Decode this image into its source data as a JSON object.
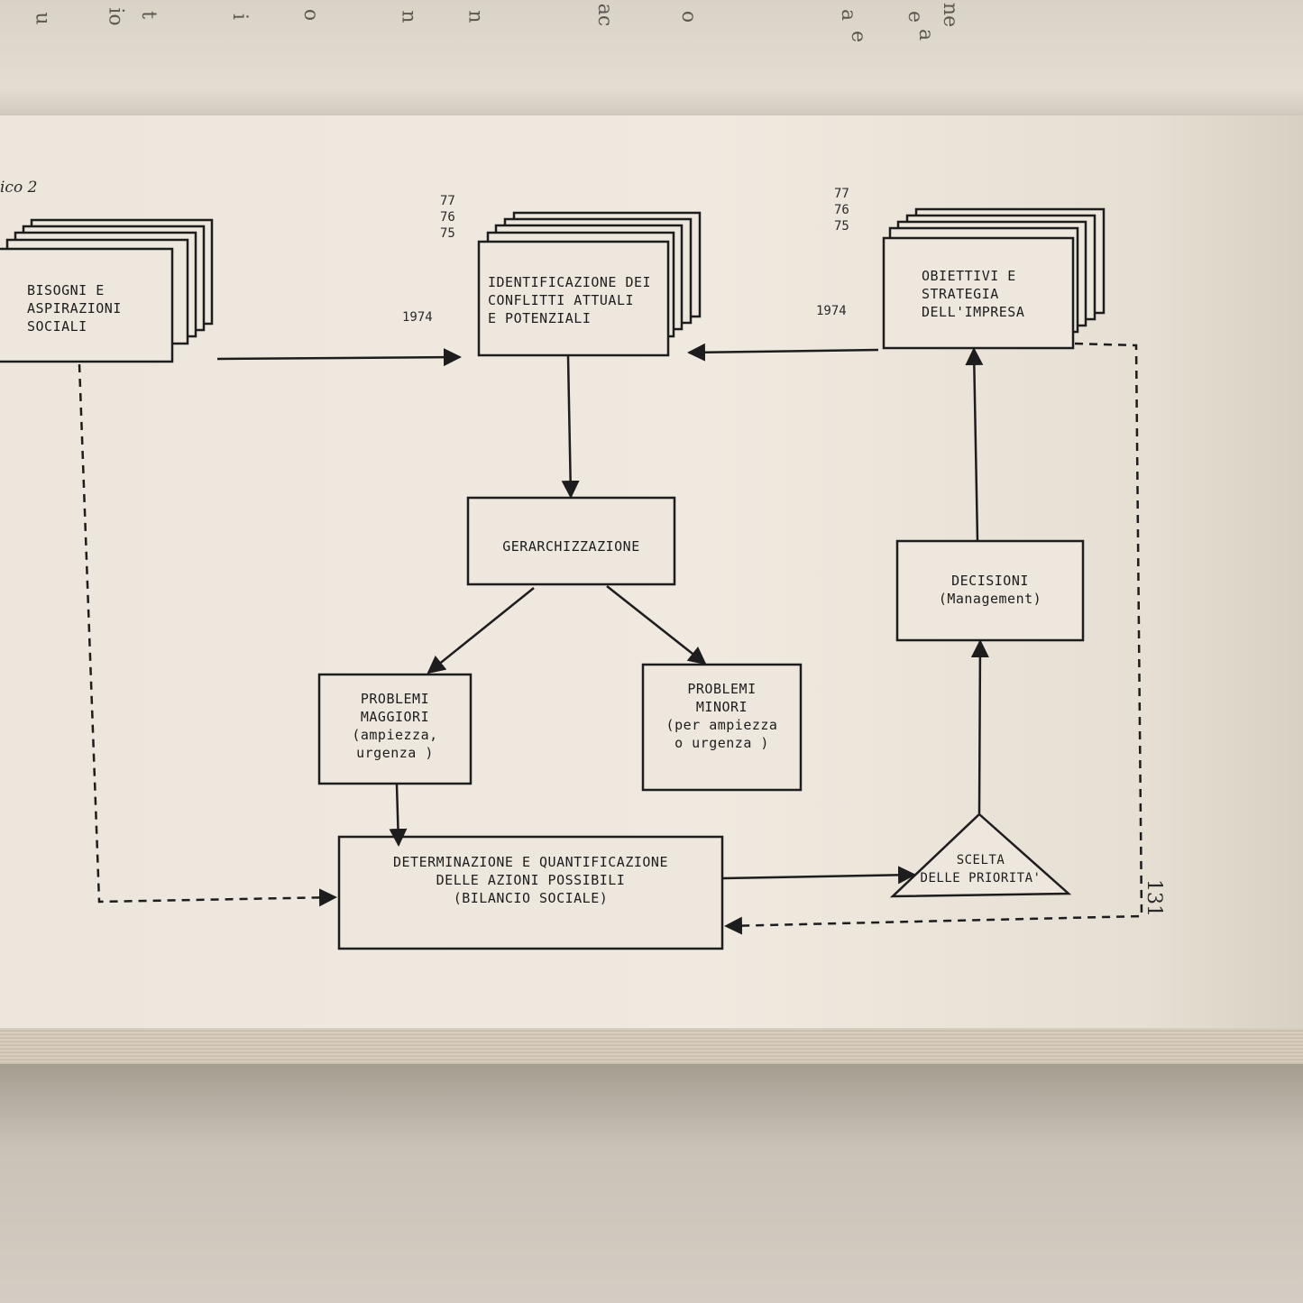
{
  "figure": {
    "label": "ico 2",
    "page_number": "131"
  },
  "top_page_scraps": [
    "u",
    "io",
    "t",
    "i",
    "o",
    "n",
    "n",
    "ac",
    "o",
    "a",
    "e",
    "e",
    "a",
    "ne"
  ],
  "nodes": {
    "bisogni": "BISOGNI  E\nASPIRAZIONI\nSOCIALI",
    "identificazione": "IDENTIFICAZIONE DEI\nCONFLITTI  ATTUALI\nE POTENZIALI",
    "obiettivi": "OBIETTIVI E\nSTRATEGIA\nDELL'IMPRESA",
    "gerarchizzazione": "GERARCHIZZAZIONE",
    "decisioni": "DECISIONI\n(Management)",
    "problemi_maggiori": "PROBLEMI\nMAGGIORI\n(ampiezza,\nurgenza )",
    "problemi_minori": "PROBLEMI\nMINORI\n(per ampiezza\no  urgenza )",
    "determinazione": "DETERMINAZIONE E QUANTIFICAZIONE\nDELLE AZIONI POSSIBILI\n(BILANCIO SOCIALE)",
    "scelta": "SCELTA\nDELLE PRIORITA'"
  },
  "year_labels": {
    "left_year": "1974",
    "right_year": "1974",
    "stack_middle": "77\n76\n75",
    "stack_right": "77\n76\n75"
  }
}
